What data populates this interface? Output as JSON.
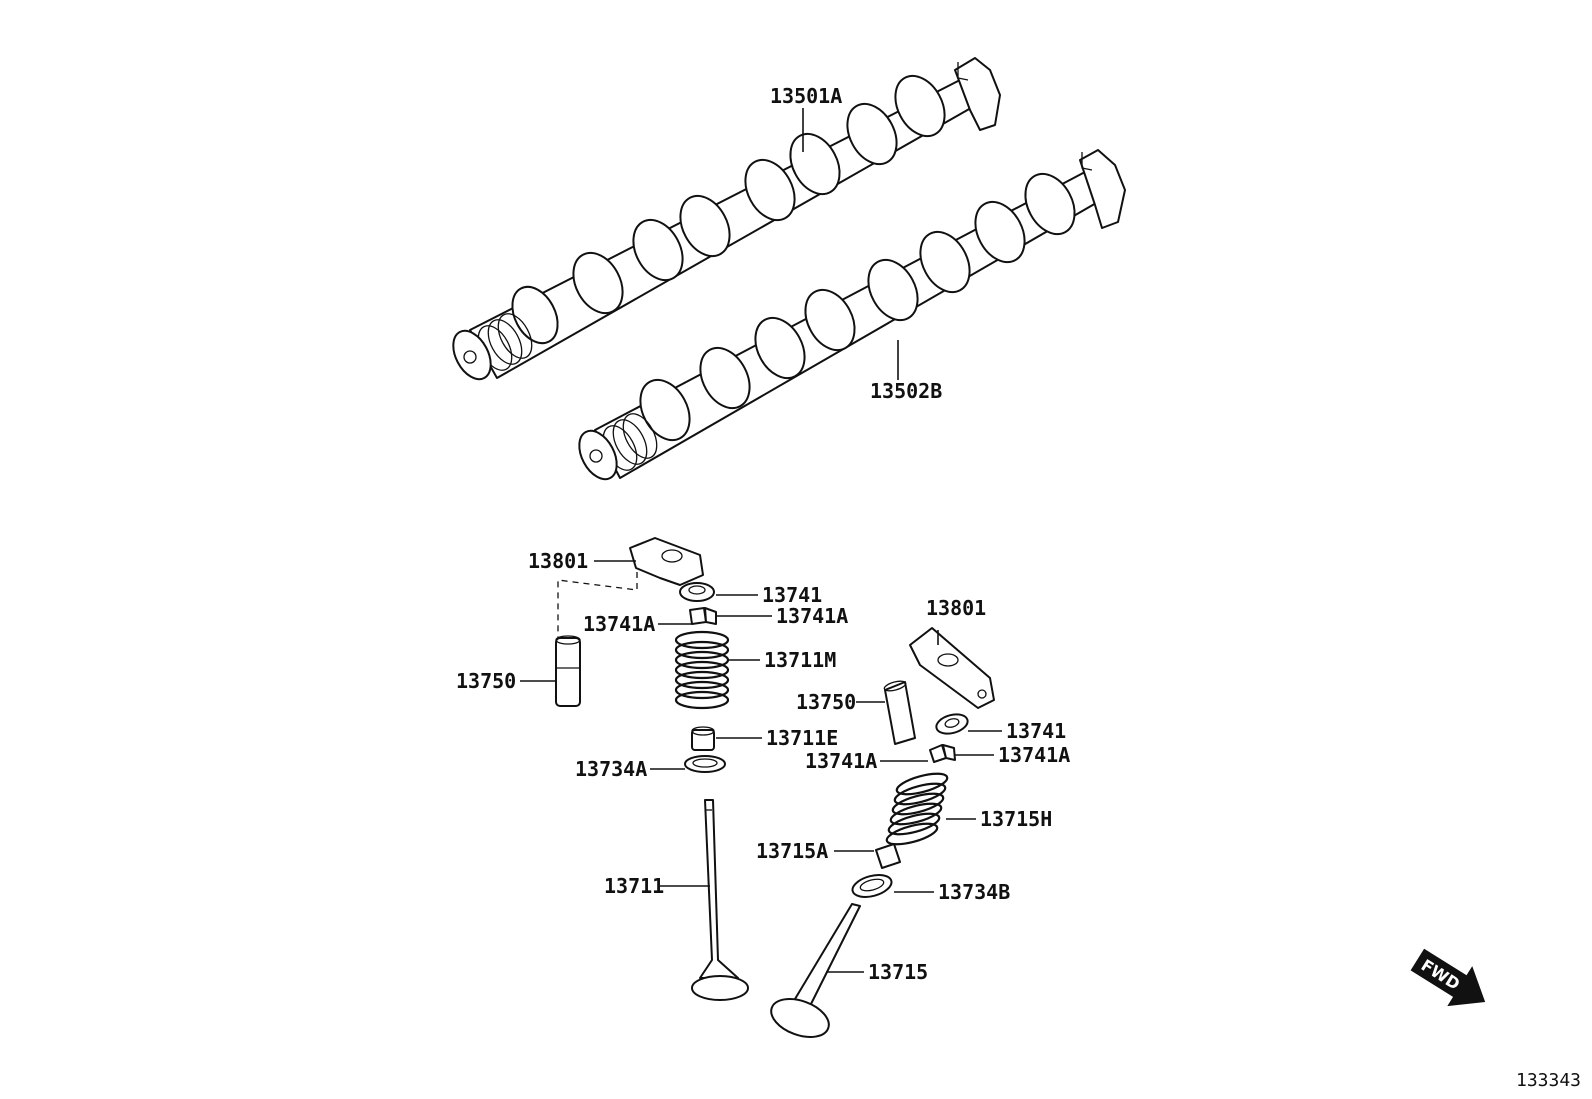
{
  "labels": {
    "camshaft_1": "13501A",
    "camshaft_2": "13502B",
    "rocker_arm_left": "13801",
    "rocker_arm_right": "13801",
    "retainer_left": "13741",
    "retainer_right": "13741",
    "lock_left_a": "13741A",
    "lock_left_b": "13741A",
    "lock_right_a": "13741A",
    "lock_right_b": "13741A",
    "lash_adjuster_left": "13750",
    "lash_adjuster_right": "13750",
    "spring_left": "13711M",
    "spring_right": "13715H",
    "seal_left": "13711E",
    "seal_right": "13715A",
    "seat_left": "13734A",
    "seat_right": "13734B",
    "valve_left": "13711",
    "valve_right": "13715"
  },
  "fwd_label": "FWD",
  "figure_number": "133343"
}
